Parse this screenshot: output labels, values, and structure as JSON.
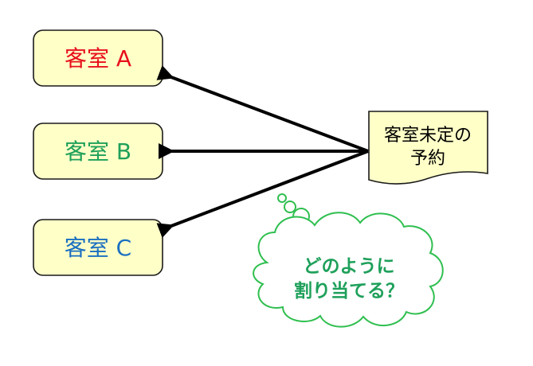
{
  "rooms": [
    {
      "label": "客室 A",
      "color": "#e8101c"
    },
    {
      "label": "客室 B",
      "color": "#1ea05a"
    },
    {
      "label": "客室 C",
      "color": "#1a6fc0"
    }
  ],
  "reservation": {
    "line1": "客室未定の",
    "line2": "予約"
  },
  "thought": {
    "line1": "どのように",
    "line2": "割り当てる？",
    "color": "#1ea05a"
  },
  "colors": {
    "box_fill": "#ffffc8",
    "box_stroke": "#1a1a1a",
    "cloud_stroke": "#2fbf4f",
    "arrow": "#000000"
  }
}
